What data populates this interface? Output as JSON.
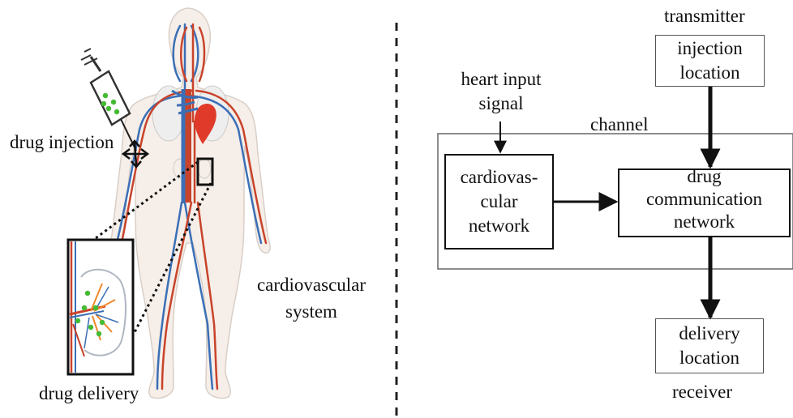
{
  "left": {
    "drug_injection": "drug injection",
    "drug_delivery": "drug delivery",
    "system_line1": "cardiovascular",
    "system_line2": "system"
  },
  "right": {
    "transmitter": "transmitter",
    "injection_line1": "injection",
    "injection_line2": "location",
    "heart_line1": "heart input",
    "heart_line2": "signal",
    "channel": "channel",
    "cardio_line1": "cardiovas-",
    "cardio_line2": "cular",
    "cardio_line3": "network",
    "drugcomm_line1": "drug",
    "drugcomm_line2": "communication",
    "drugcomm_line3": "network",
    "delivery_line1": "delivery",
    "delivery_line2": "location",
    "receiver": "receiver"
  },
  "colors": {
    "artery": "#c8432b",
    "vein": "#3b6fb6",
    "heart": "#e03a2a",
    "particle": "#44bb33"
  }
}
